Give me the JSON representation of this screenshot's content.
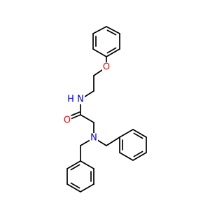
{
  "molecule": {
    "atoms": [
      {
        "id": "O_ether",
        "label": "O",
        "color": "#ff0000"
      },
      {
        "id": "N_amide",
        "label": "N",
        "color": "#0000ff",
        "extra": "H"
      },
      {
        "id": "O_carbonyl",
        "label": "O",
        "color": "#ff0000"
      },
      {
        "id": "N_amine",
        "label": "N",
        "color": "#0000ff"
      }
    ],
    "bond_color": "#000000"
  }
}
